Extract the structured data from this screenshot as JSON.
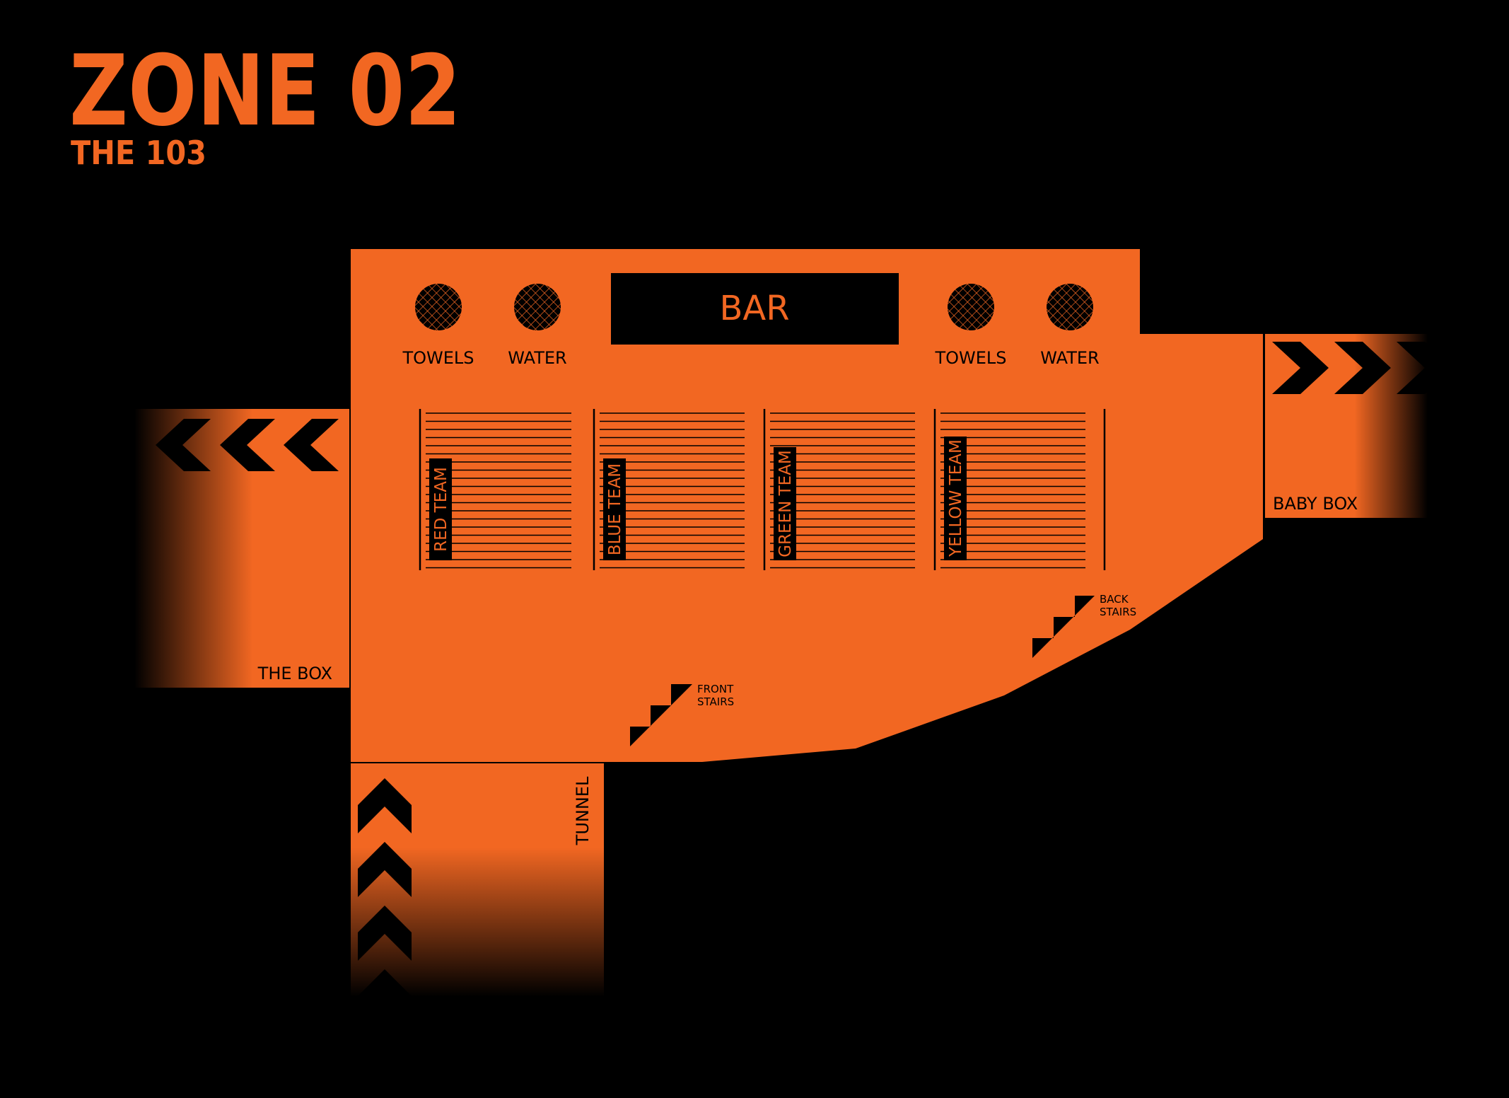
{
  "header": {
    "title": "ZONE 02",
    "subtitle": "THE 103"
  },
  "colors": {
    "background": "#000000",
    "accent": "#F26722",
    "ink": "#000000"
  },
  "bar": {
    "label": "BAR"
  },
  "stations": [
    {
      "label": "TOWELS",
      "icon": "crosshatch-circle-icon"
    },
    {
      "label": "WATER",
      "icon": "crosshatch-circle-icon"
    },
    {
      "label": "TOWELS",
      "icon": "crosshatch-circle-icon"
    },
    {
      "label": "WATER",
      "icon": "crosshatch-circle-icon"
    }
  ],
  "teams": [
    {
      "label": "RED TEAM"
    },
    {
      "label": "BLUE TEAM"
    },
    {
      "label": "GREEN TEAM"
    },
    {
      "label": "YELLOW TEAM"
    }
  ],
  "areas": {
    "the_box": "THE BOX",
    "baby_box": "BABY BOX",
    "tunnel": "TUNNEL"
  },
  "stairs": {
    "front": [
      "FRONT",
      "STAIRS"
    ],
    "back": [
      "BACK",
      "STAIRS"
    ]
  }
}
